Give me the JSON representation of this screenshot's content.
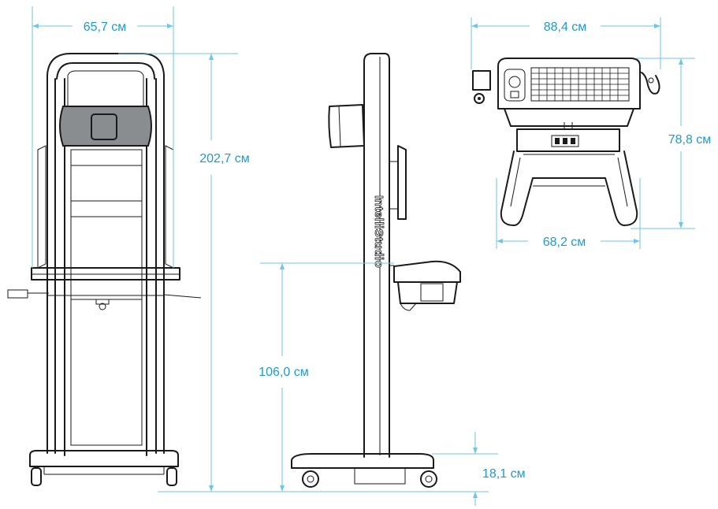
{
  "dimensions": {
    "front_width": "65,7 см",
    "total_height": "202,7 см",
    "table_height": "106,0 см",
    "base_height": "18,1 см",
    "top_width": "88,4 см",
    "top_depth": "78,8 см",
    "top_inner_width": "68,2 см"
  },
  "brand_text": "IntelliStudio",
  "colors": {
    "dimension_line": "#6ec6ea",
    "dimension_text": "#1d9bd1",
    "outline": "#1a1a1a",
    "display_panel": "#8a8d90"
  }
}
